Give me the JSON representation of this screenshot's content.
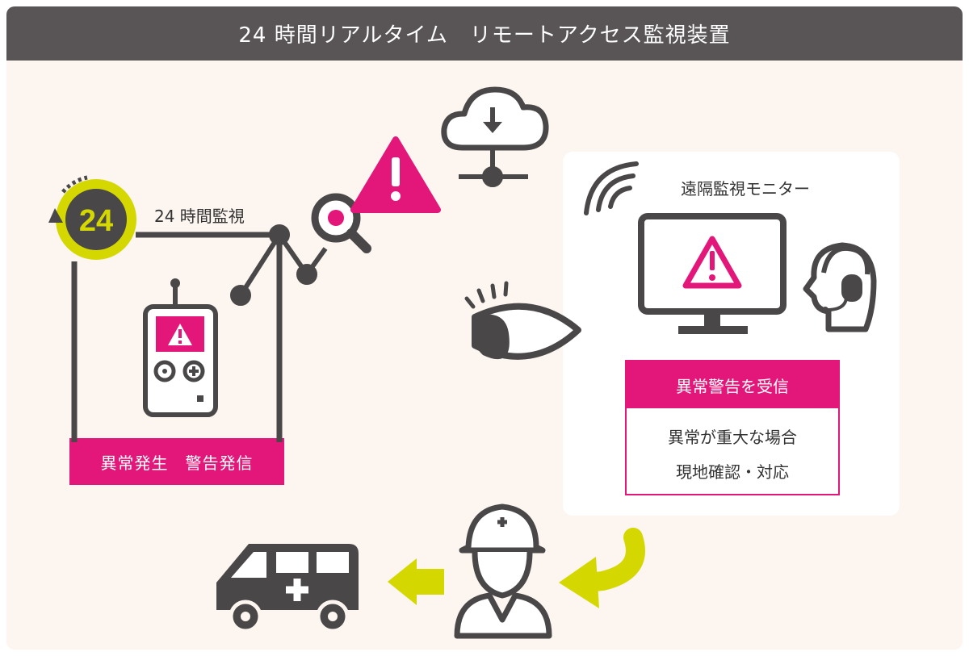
{
  "title": "24 時間リアルタイム　リモートアクセス監視装置",
  "labels": {
    "monitoring_24h": "24 時間監視",
    "clock_number": "24",
    "device_caption": "異常発生　警告発信",
    "remote_monitor": "遠隔監視モニター"
  },
  "alert": {
    "header": "異常警告を受信",
    "line1": "異常が重大な場合",
    "line2": "現地確認・対応"
  },
  "colors": {
    "accent_pink": "#e3177a",
    "accent_lime": "#d4d800",
    "dark_gray": "#4a4748",
    "title_bar": "#595556",
    "panel_bg": "#fcf5f0"
  },
  "icons": [
    "clock-24-icon",
    "alarm-device-icon",
    "magnifier-icon",
    "warning-icon",
    "cloud-download-icon",
    "network-icon",
    "eye-icon",
    "wifi-signal-icon",
    "monitor-warning-icon",
    "operator-headset-icon",
    "worker-helmet-icon",
    "ambulance-icon",
    "arrow-left-icon",
    "curved-arrow-icon"
  ]
}
